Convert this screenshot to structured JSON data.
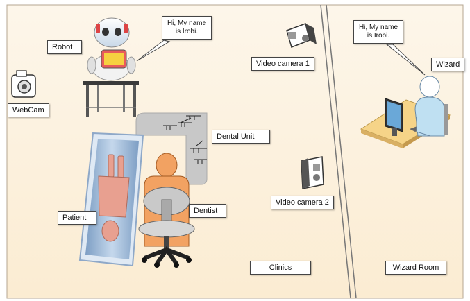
{
  "labels": {
    "robot": "Robot",
    "webcam": "WebCam",
    "video_camera_1": "Video camera 1",
    "video_camera_2": "Video camera 2",
    "dental_unit": "Dental Unit",
    "dentist": "Dentist",
    "patient": "Patient",
    "clinics": "Clinics",
    "wizard": "Wizard",
    "wizard_room": "Wizard Room"
  },
  "bubbles": {
    "robot_speech": "Hi, My name is Irobi.",
    "wizard_speech": "Hi, My name is Irobi."
  },
  "colors": {
    "room_floor": "#fdf3e2",
    "dentist_orange": "#f2a262",
    "patient_pink": "#e8a090",
    "patient_board": "#a9c4e0",
    "wizard_body": "#bfe0f2",
    "desk": "#f6d488",
    "dental_unit": "#c8c8c8"
  }
}
